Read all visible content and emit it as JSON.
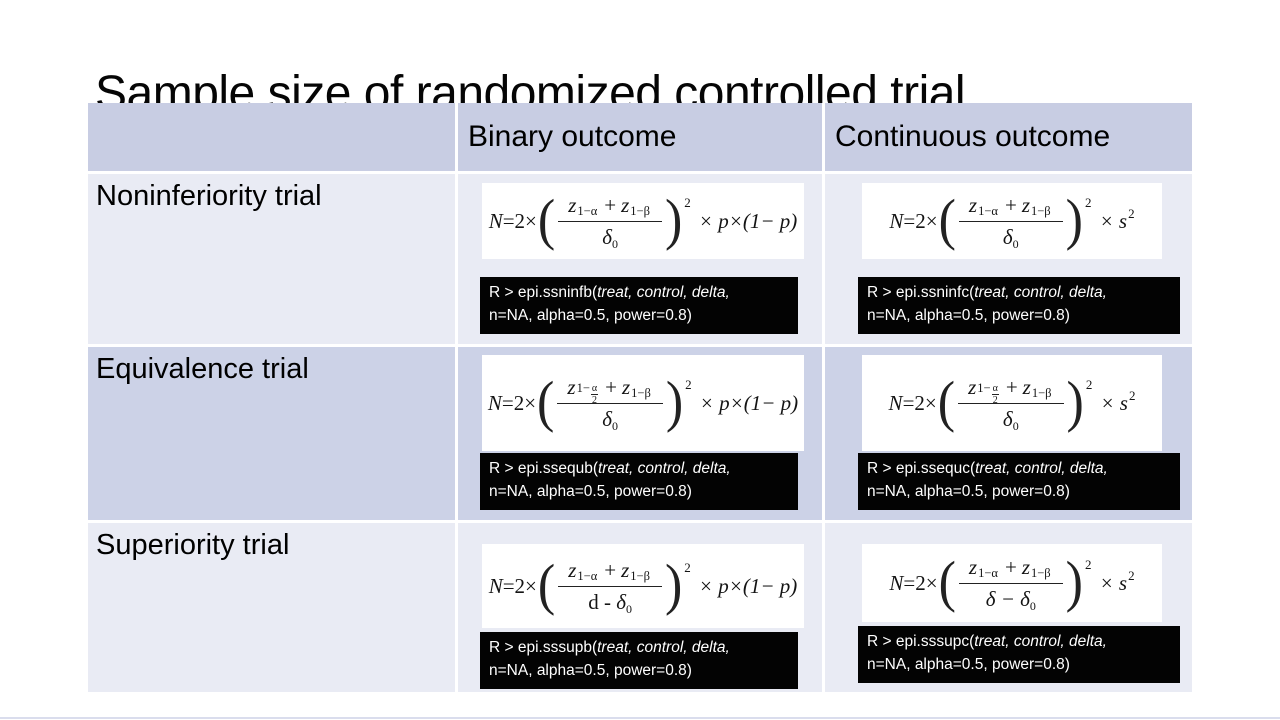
{
  "slide": {
    "title": "Sample size of randomized controlled trial"
  },
  "symbols": {
    "lp": "(",
    "rp": ")"
  },
  "colors": {
    "header_bg": "#c8cde3",
    "row_light_bg": "#e9ebf4",
    "row_dark_bg": "#ccd2e7",
    "code_bg": "#000000",
    "code_text": "#ffffff"
  },
  "table": {
    "header": [
      "",
      "Binary outcome",
      "Continuous outcome"
    ],
    "rows": [
      {
        "label": "Noninferiority trial",
        "binary": {
          "formula": {
            "var": "N",
            "eq": " = ",
            "coef": "2",
            "times": "×",
            "z1": "z",
            "z1sub": "1−α",
            "plus": "+",
            "z2": "z",
            "z2sub": "1−β",
            "den": "δ",
            "den_sub": "0",
            "exp": "2",
            "tail": "× p×(1− p)"
          },
          "code": {
            "prefix": "R > epi.ssninfb(",
            "args": "treat, control, delta,",
            "line2": "n=NA, alpha=0.5, power=0.8)"
          }
        },
        "continuous": {
          "formula": {
            "var": "N",
            "eq": " = ",
            "coef": "2",
            "times": "×",
            "z1": "z",
            "z1sub": "1−α",
            "plus": "+",
            "z2": "z",
            "z2sub": "1−β",
            "den": "δ",
            "den_sub": "0",
            "exp": "2",
            "tail": "× s",
            "tail_sup": "2"
          },
          "code": {
            "prefix": "R > epi.ssninfc(",
            "args": "treat, control, delta,",
            "line2": "n=NA, alpha=0.5, power=0.8)"
          }
        }
      },
      {
        "label": "Equivalence trial",
        "binary": {
          "formula": {
            "var": "N",
            "eq": " = ",
            "coef": "2",
            "times": "×",
            "z1": "z",
            "z1sub_pre": "1−",
            "z1sub_num": "α",
            "z1sub_den": "2",
            "plus": "+",
            "z2": "z",
            "z2sub": "1−β",
            "den": "δ",
            "den_sub": "0",
            "exp": "2",
            "tail": "× p×(1− p)"
          },
          "code": {
            "prefix": "R > epi.ssequb(",
            "args": "treat, control, delta,",
            "line2": "n=NA, alpha=0.5, power=0.8)"
          }
        },
        "continuous": {
          "formula": {
            "var": "N",
            "eq": " = ",
            "coef": "2",
            "times": "×",
            "z1": "z",
            "z1sub_pre": "1−",
            "z1sub_num": "α",
            "z1sub_den": "2",
            "plus": "+",
            "z2": "z",
            "z2sub": "1−β",
            "den": "δ",
            "den_sub": "0",
            "exp": "2",
            "tail": "× s",
            "tail_sup": "2"
          },
          "code": {
            "prefix": "R > epi.ssequc(",
            "args": "treat, control, delta,",
            "line2": "n=NA, alpha=0.5, power=0.8)"
          }
        }
      },
      {
        "label": "Superiority trial",
        "binary": {
          "formula": {
            "var": "N",
            "eq": " = ",
            "coef": "2",
            "times": "×",
            "z1": "z",
            "z1sub": "1−α",
            "plus": "+",
            "z2": "z",
            "z2sub": "1−β",
            "den_pre": "d - ",
            "den": "δ",
            "den_sub": "0",
            "exp": "2",
            "tail": "× p×(1− p)"
          },
          "code": {
            "prefix": "R > epi.sssupb(",
            "args": "treat, control, delta,",
            "line2": "n=NA, alpha=0.5, power=0.8)"
          }
        },
        "continuous": {
          "formula": {
            "var": "N",
            "eq": " = ",
            "coef": "2",
            "times": "×",
            "z1": "z",
            "z1sub": "1−α",
            "plus": "+",
            "z2": "z",
            "z2sub": "1−β",
            "den_pre": "δ − ",
            "den": "δ",
            "den_sub": "0",
            "exp": "2",
            "tail": "× s",
            "tail_sup": "2"
          },
          "code": {
            "prefix": "R > epi.sssupc(",
            "args": "treat, control, delta,",
            "line2": "n=NA, alpha=0.5, power=0.8)"
          }
        }
      }
    ]
  }
}
